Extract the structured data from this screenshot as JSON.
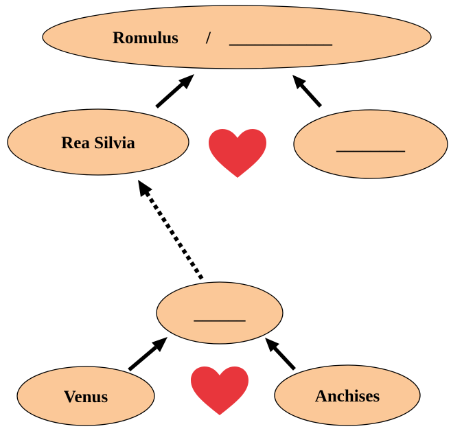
{
  "nodes": {
    "top": {
      "name": "Romulus",
      "separator": "/",
      "blank": "____________"
    },
    "rea_silvia": {
      "label": "Rea Silvia"
    },
    "unknown_partner": {
      "label": "________"
    },
    "middle": {
      "label": "______"
    },
    "venus": {
      "label": "Venus"
    },
    "anchises": {
      "label": "Anchises"
    }
  },
  "colors": {
    "node_fill": "#fbc898",
    "heart": "#e8363c",
    "arrow": "#000000"
  }
}
